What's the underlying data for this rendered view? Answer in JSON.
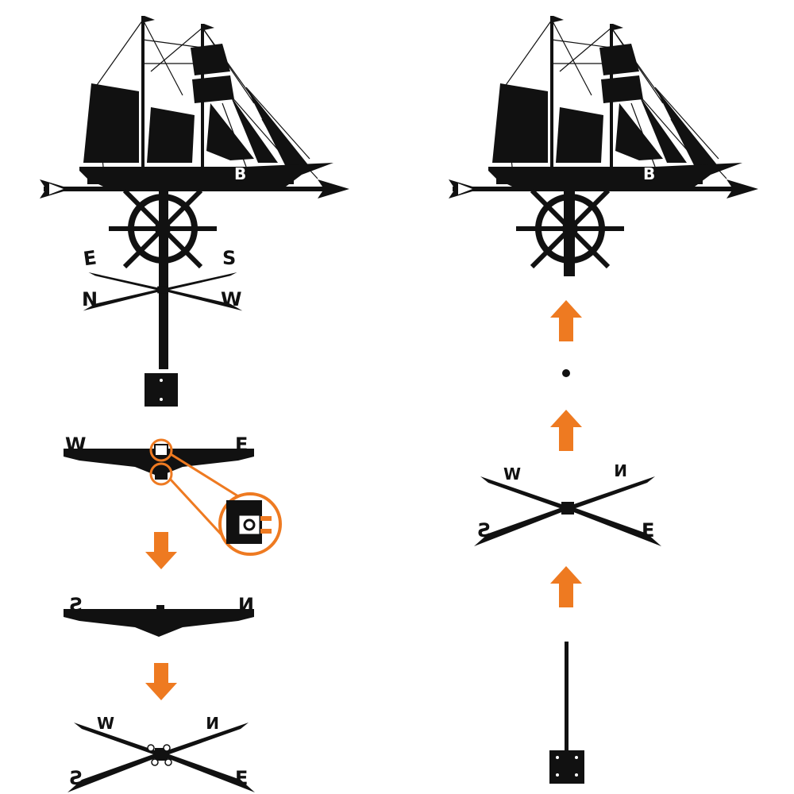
{
  "colors": {
    "ink": "#111111",
    "accent": "#ee7a21",
    "background": "#ffffff"
  },
  "left_column": {
    "assembled_vane": {
      "hull_mark": "B",
      "compass_letters": {
        "e": "E",
        "s": "S",
        "n": "N",
        "w": "W"
      }
    },
    "step_1_bar_we": {
      "left_letter": "W",
      "right_letter": "E"
    },
    "step_2_bar_sn": {
      "left_letter": "S",
      "right_letter": "N"
    },
    "step_3_cross": {
      "tl": "W",
      "tr": "N",
      "bl": "S",
      "br": "E"
    }
  },
  "right_column": {
    "top_assembly": {
      "hull_mark": "B"
    },
    "cross": {
      "tl": "W",
      "tr": "N",
      "bl": "S",
      "br": "E"
    }
  }
}
